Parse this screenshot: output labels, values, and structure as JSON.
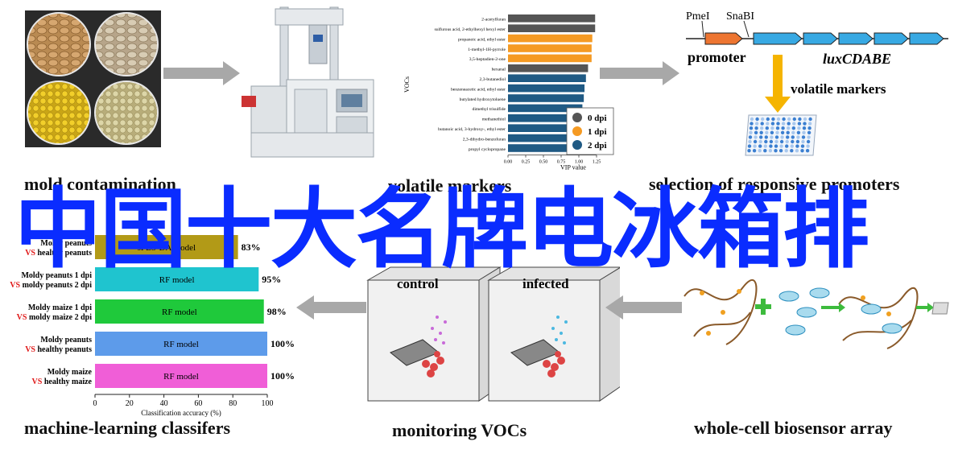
{
  "labels": {
    "mold": "mold contamination",
    "volatile": "volatile markers",
    "selection": "selection of responsive promoters",
    "classifiers": "machine-learning classifers",
    "monitoring": "monitoring VOCs",
    "biosensor": "whole-cell biosensor array"
  },
  "overlay_text": "中国十大名牌电冰箱排",
  "promoter_diagram": {
    "site1": "PmeI",
    "site2": "SnaBI",
    "promoter": "promoter",
    "genes": "luxCDABE",
    "markers": "volatile markers"
  },
  "chambers": {
    "control": "control",
    "infected": "infected"
  },
  "vip_chart": {
    "type": "bar",
    "ylabel": "VOCs",
    "xlabel": "VIP value",
    "ticks": [
      "0.00",
      "0.25",
      "0.50",
      "0.75",
      "1.00",
      "1.25"
    ],
    "xlim": [
      0,
      1.25
    ],
    "legend": [
      "0 dpi",
      "1 dpi",
      "2 dpi"
    ],
    "colors": {
      "0 dpi": "#555555",
      "1 dpi": "#f59a23",
      "2 dpi": "#1f5a84"
    },
    "items": [
      {
        "label": "2-acetylfuran",
        "value": 1.23,
        "group": "0 dpi"
      },
      {
        "label": "sulfurous acid, 2-ethylhexyl hexyl ester",
        "value": 1.23,
        "group": "0 dpi"
      },
      {
        "label": "propanoic acid, ethyl ester",
        "value": 1.19,
        "group": "1 dpi"
      },
      {
        "label": "1-methyl-1H-pyrrole",
        "value": 1.18,
        "group": "1 dpi"
      },
      {
        "label": "3,5-heptadien-2-one",
        "value": 1.18,
        "group": "1 dpi"
      },
      {
        "label": "hexanal",
        "value": 1.13,
        "group": "0 dpi"
      },
      {
        "label": "2,3-butanediol",
        "value": 1.1,
        "group": "2 dpi"
      },
      {
        "label": "benzeneacetic acid, ethyl ester",
        "value": 1.08,
        "group": "2 dpi"
      },
      {
        "label": "butylated hydroxytoluene",
        "value": 1.07,
        "group": "2 dpi"
      },
      {
        "label": "dimethyl trisulfide",
        "value": 1.05,
        "group": "2 dpi"
      },
      {
        "label": "methanethiol",
        "value": 1.04,
        "group": "2 dpi"
      },
      {
        "label": "butanoic acid, 3-hydroxy-, ethyl ester",
        "value": 1.01,
        "group": "2 dpi"
      },
      {
        "label": "2,3-dihydro-benzofuran",
        "value": 0.93,
        "group": "2 dpi"
      },
      {
        "label": "propyl cyclopropane",
        "value": 0.92,
        "group": "2 dpi"
      }
    ]
  },
  "accuracy_chart": {
    "type": "bar",
    "xlabel": "Classification accuracy (%)",
    "xlim": [
      0,
      100
    ],
    "ticks": [
      "0",
      "20",
      "40",
      "60",
      "80",
      "100"
    ],
    "items": [
      {
        "line1": "Moldy peanuts",
        "vs": "VS",
        "line2": "healthy peanuts",
        "model": "sPLS-DA model",
        "value": 83,
        "label": "83%",
        "color": "#b29a17"
      },
      {
        "line1": "Moldy peanuts 1 dpi",
        "vs": "VS",
        "line2": "moldy peanuts 2 dpi",
        "model": "RF model",
        "value": 95,
        "label": "95%",
        "color": "#1fc4cf"
      },
      {
        "line1": "Moldy maize 1 dpi",
        "vs": "VS",
        "line2": "moldy maize 2 dpi",
        "model": "RF model",
        "value": 98,
        "label": "98%",
        "color": "#1fc93b"
      },
      {
        "line1": "Moldy peanuts",
        "vs": "VS",
        "line2": "healthy peanuts",
        "model": "RF model",
        "value": 100,
        "label": "100%",
        "color": "#5d9bea"
      },
      {
        "line1": "Moldy maize",
        "vs": "VS",
        "line2": "healthy maize",
        "model": "RF model",
        "value": 100,
        "label": "100%",
        "color": "#f05ed7"
      }
    ]
  }
}
